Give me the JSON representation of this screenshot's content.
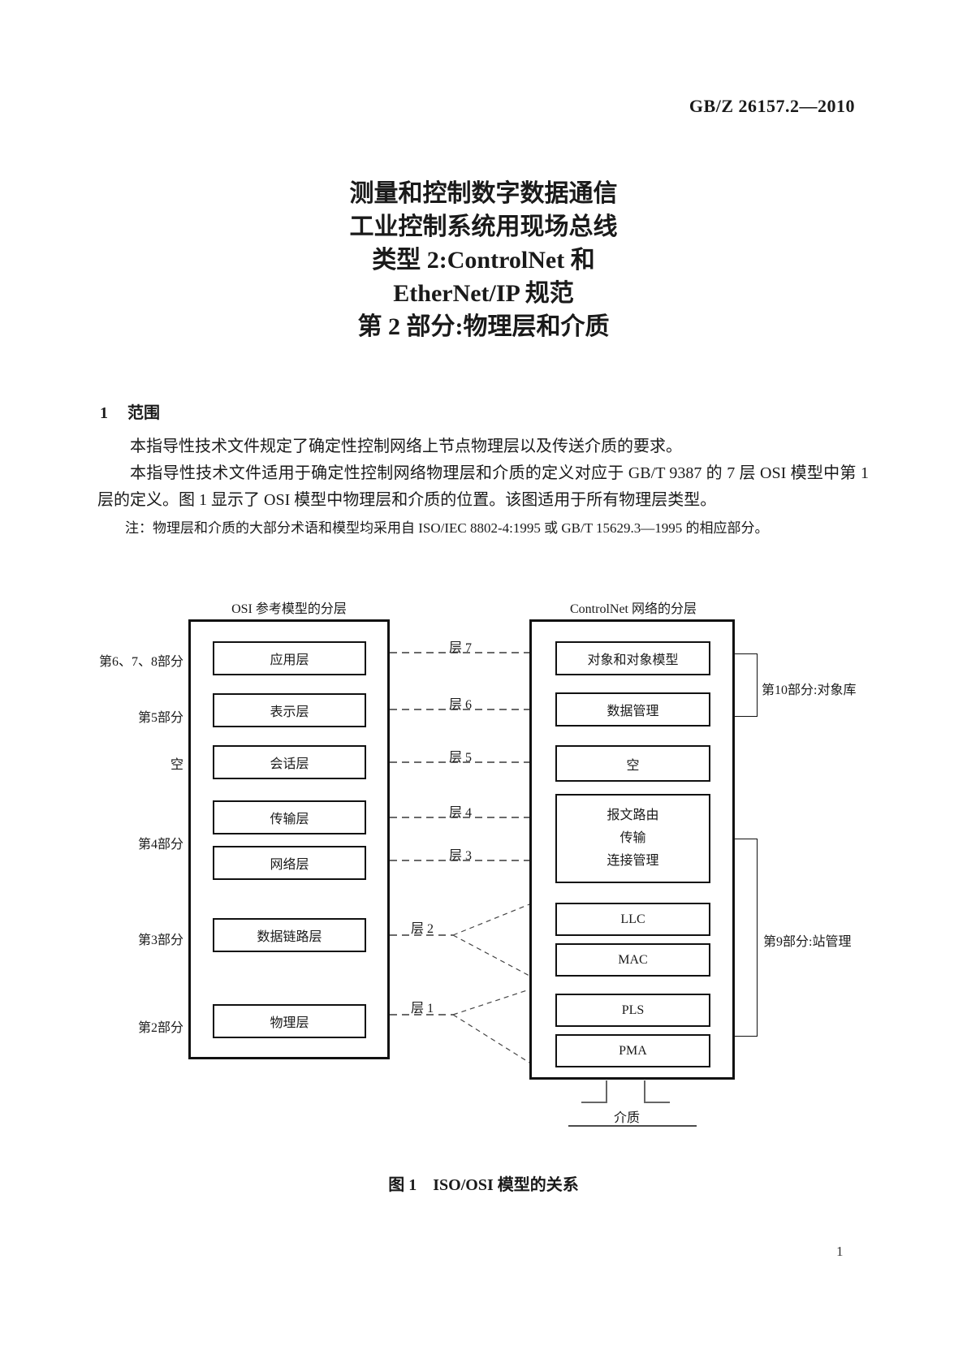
{
  "header": {
    "doc_code": "GB/Z 26157.2—2010"
  },
  "title": {
    "lines": [
      "测量和控制数字数据通信",
      "工业控制系统用现场总线",
      "类型 2:ControlNet 和",
      "EtherNet/IP 规范",
      "第 2 部分:物理层和介质"
    ]
  },
  "section": {
    "number": "1",
    "heading": "范围",
    "para1": "本指导性技术文件规定了确定性控制网络上节点物理层以及传送介质的要求。",
    "para2": "本指导性技术文件适用于确定性控制网络物理层和介质的定义对应于 GB/T 9387 的 7 层 OSI 模型中第 1 层的定义。图 1 显示了 OSI 模型中物理层和介质的位置。该图适用于所有物理层类型。",
    "note": "注：物理层和介质的大部分术语和模型均采用自 ISO/IEC 8802-4:1995 或 GB/T 15629.3—1995 的相应部分。"
  },
  "diagram": {
    "left": {
      "header": "OSI 参考模型的分层",
      "boxes": [
        "应用层",
        "表示层",
        "会话层",
        "传输层",
        "网络层",
        "数据链路层",
        "物理层"
      ],
      "side_labels": [
        "第6、7、8部分",
        "第5部分",
        "空",
        "第4部分",
        "第3部分",
        "第2部分"
      ]
    },
    "right": {
      "header": "ControlNet 网络的分层",
      "boxes": [
        "对象和对象模型",
        "数据管理",
        "空",
        "LLC",
        "MAC",
        "PLS",
        "PMA"
      ],
      "router_lines": [
        "报文路由",
        "传输",
        "连接管理"
      ],
      "bracket_top": "第10部分:对象库",
      "bracket_bottom": "第9部分:站管理"
    },
    "layers": [
      "层 7",
      "层 6",
      "层 5",
      "层 4",
      "层 3",
      "层 2",
      "层 1"
    ],
    "media_label": "介质"
  },
  "figure": {
    "caption": "图 1　ISO/OSI 模型的关系"
  },
  "footer": {
    "page_number": "1"
  },
  "colors": {
    "ink": "#1a1a1a",
    "dash_gray": "#555555"
  }
}
